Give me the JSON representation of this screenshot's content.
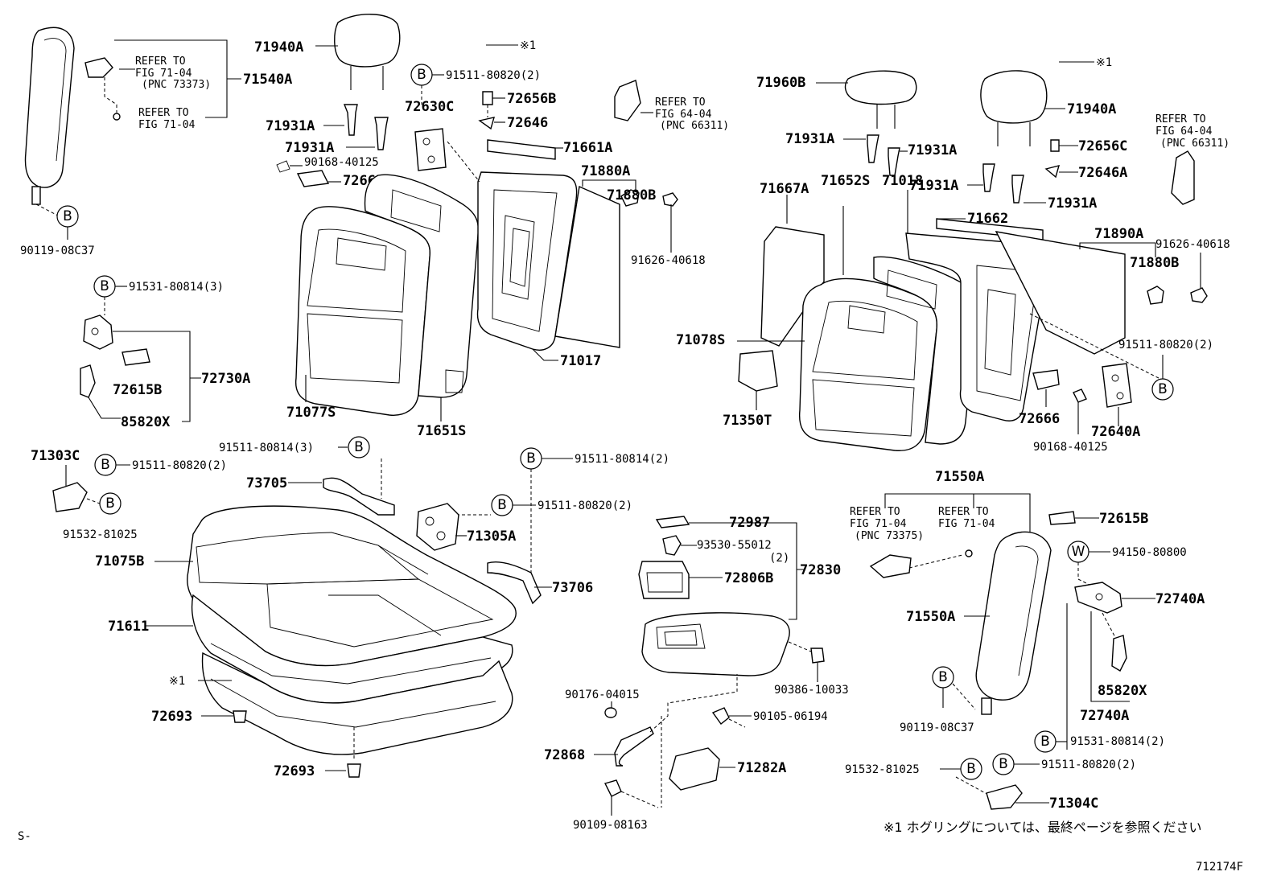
{
  "part_labels": {
    "p71540A": "71540A",
    "p90119_08C37_l": "90119-08C37",
    "p71940A_l": "71940A",
    "p71931A_1": "71931A",
    "p71931A_2": "71931A",
    "p90168_40125_l": "90168-40125",
    "p72665": "72665",
    "p91511_80820_a": "91511-80820(2)",
    "p72630C": "72630C",
    "p72656B": "72656B",
    "p72646": "72646",
    "p71661A": "71661A",
    "p71880A": "71880A",
    "p71880B_l": "71880B",
    "p91626_40618_l": "91626-40618",
    "p71017": "71017",
    "p71077S": "71077S",
    "p71651S": "71651S",
    "p91531_80814_3": "91531-80814(3)",
    "p72730A": "72730A",
    "p72615B_l": "72615B",
    "p85820X_l": "85820X",
    "p71960B": "71960B",
    "p71940A_r": "71940A",
    "p71931A_3": "71931A",
    "p71931A_4": "71931A",
    "p71931A_5": "71931A",
    "p71931A_6": "71931A",
    "p72656C": "72656C",
    "p72646A": "72646A",
    "p71667A": "71667A",
    "p71652S": "71652S",
    "p71018": "71018",
    "p71662": "71662",
    "p71890A": "71890A",
    "p91626_40618_r": "91626-40618",
    "p71880B_r": "71880B",
    "p91511_80820_b": "91511-80820(2)",
    "p71078S": "71078S",
    "p71350T": "71350T",
    "p72666": "72666",
    "p72640A": "72640A",
    "p90168_40125_r": "90168-40125",
    "p71303C": "71303C",
    "p91511_80814_3": "91511-80814(3)",
    "p91511_80820_c": "91511-80820(2)",
    "p91532_81025_l": "91532-81025",
    "p73705": "73705",
    "p71075B": "71075B",
    "p71611": "71611",
    "p72693_1": "72693",
    "p72693_2": "72693",
    "p91511_80814_2": "91511-80814(2)",
    "p91511_80820_d": "91511-80820(2)",
    "p71305A": "71305A",
    "p73706": "73706",
    "p72987": "72987",
    "p93530_55012": "93530-55012",
    "p93530_qty": "(2)",
    "p72806B": "72806B",
    "p72830": "72830",
    "p90386_10033": "90386-10033",
    "p90176_04015": "90176-04015",
    "p90105_06194": "90105-06194",
    "p72868": "72868",
    "p71282A": "71282A",
    "p90109_08163": "90109-08163",
    "p71550A_top": "71550A",
    "p71550A": "71550A",
    "p90119_08C37_r": "90119-08C37",
    "p72615B_r": "72615B",
    "p94150_80800": "94150-80800",
    "p72740A_1": "72740A",
    "p85820X_r": "85820X",
    "p72740A_2": "72740A",
    "p91531_80814_2": "91531-80814(2)",
    "p91511_80820_e": "91511-80820(2)",
    "p91532_81025_r": "91532-81025",
    "p71304C": "71304C"
  },
  "refer_notes": {
    "r1_l1": "REFER TO",
    "r1_l2": "FIG 71-04",
    "r1_l3": "(PNC 73373)",
    "r2_l1": "REFER TO",
    "r2_l2": "FIG 71-04",
    "r3_l1": "REFER TO",
    "r3_l2": "FIG 64-04",
    "r3_l3": "(PNC 66311)",
    "r4_l1": "REFER TO",
    "r4_l2": "FIG 64-04",
    "r4_l3": "(PNC 66311)",
    "r5_l1": "REFER TO",
    "r5_l2": "FIG 71-04",
    "r5_l3": "(PNC 73375)",
    "r6_l1": "REFER TO",
    "r6_l2": "FIG 71-04"
  },
  "markers": {
    "b": "B",
    "w": "W",
    "note_mark": "※1"
  },
  "footer": {
    "footnote": "※1 ホグリングについては、最終ページを参照ください",
    "figure_code": "712174F",
    "corner_mark": "S-"
  }
}
